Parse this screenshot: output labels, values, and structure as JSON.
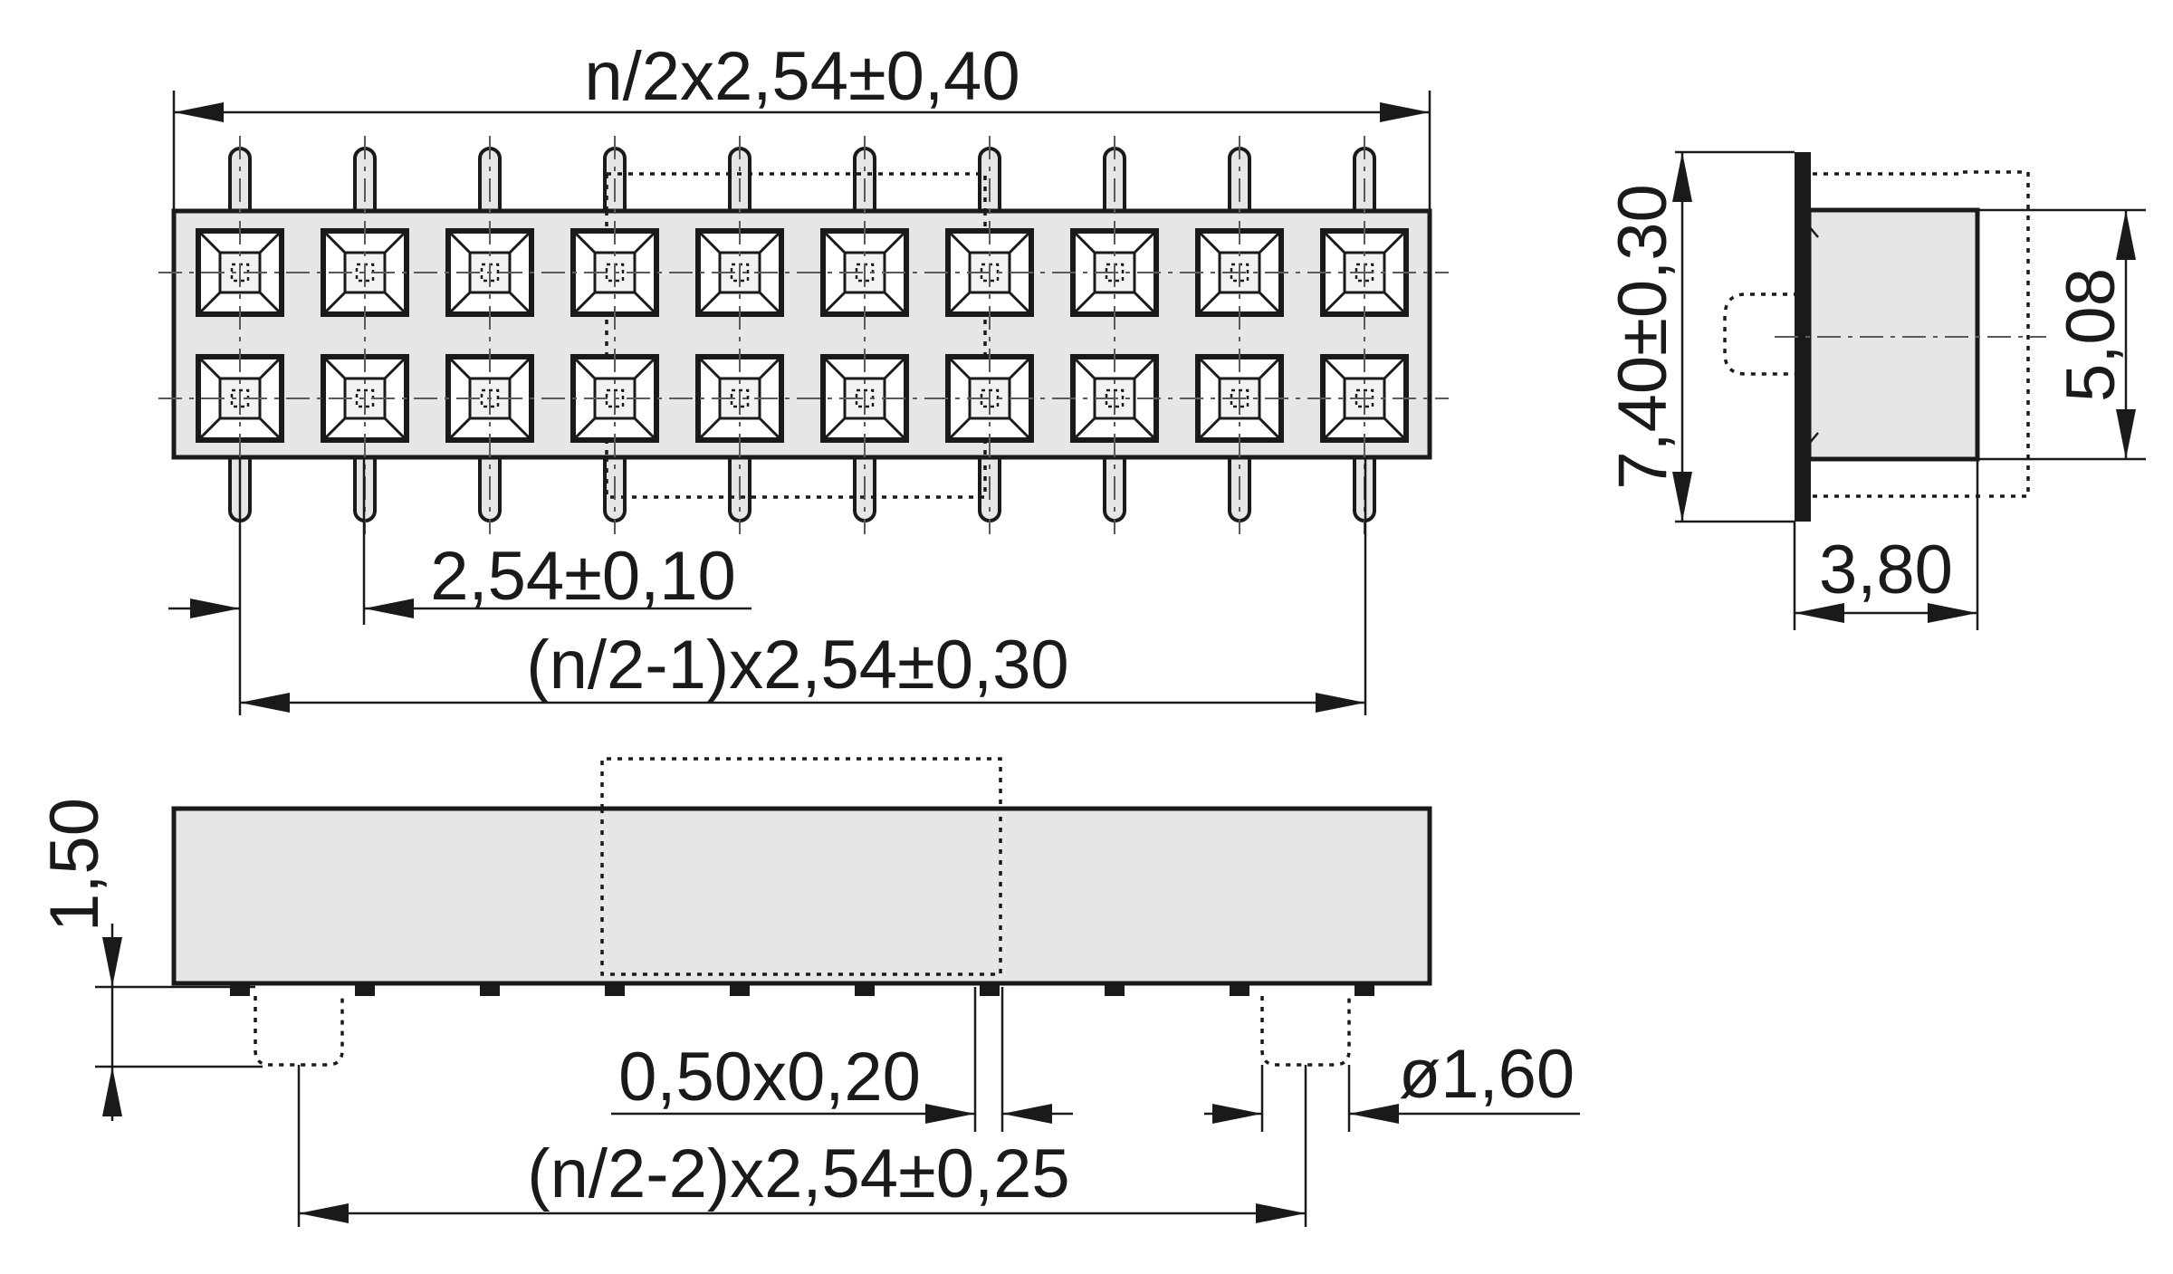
{
  "dimensions": {
    "overall_length": "n/2x2,54±0,40",
    "pitch": "2,54±0,10",
    "pin_span": "(n/2-1)x2,54±0,30",
    "side_height": "7,40±0,30",
    "row_spacing": "5,08",
    "depth": "3,80",
    "body_height": "1,50",
    "pin_size": "0,50x0,20",
    "pcb_hole": "ø1,60",
    "hole_span": "(n/2-2)x2,54±0,25"
  },
  "colors": {
    "line": "#1a1a1a",
    "body": "#e6e6e6",
    "centerline": "#5a5a5a"
  }
}
